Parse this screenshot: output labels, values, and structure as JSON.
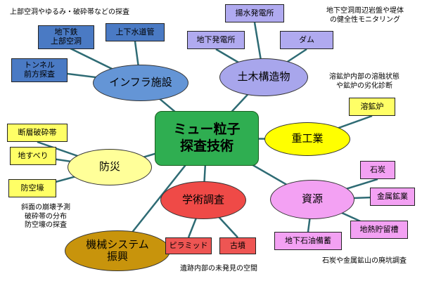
{
  "colors": {
    "center": "#2fae51",
    "infra": "#6495d6",
    "infra_box": "#4a7ac4",
    "doboku": "#a8a6ec",
    "doboku_box": "#b0aaf0",
    "heavy": "#ffff00",
    "heavy_box": "#ffff66",
    "bousai": "#ffff99",
    "bousai_box": "#ffff66",
    "gakujutsu": "#ef4a47",
    "gakujutsu_box": "#ee5553",
    "shigen": "#f3a1f3",
    "shigen_box": "#f3a1f3",
    "kikai": "#c8940c",
    "line": "#2e6b74"
  },
  "center": {
    "label": "ミュー粒子\n探査技術"
  },
  "categories": {
    "infra": {
      "label": "インフラ施設"
    },
    "doboku": {
      "label": "土木構造物"
    },
    "heavy": {
      "label": "重工業"
    },
    "bousai": {
      "label": "防災"
    },
    "gakujutsu": {
      "label": "学術調査"
    },
    "shigen": {
      "label": "資源"
    },
    "kikai": {
      "label": "機械システム\n振興"
    }
  },
  "items": {
    "chikatetsu": "地下鉄\n上部空洞",
    "jougesuido": "上下水道管",
    "tunnel": "トンネル\n前方探査",
    "yousui": "揚水発電所",
    "chika_hatsuden": "地下発電所",
    "dam": "ダム",
    "youkouro": "溶鉱炉",
    "dansou": "断層破砕帯",
    "jisuberi": "地すべり",
    "boukugou": "防空壕",
    "pyramid": "ピラミッド",
    "kofun": "古墳",
    "sekitan": "石炭",
    "kinzoku": "金属鉱業",
    "chinetsu": "地熱貯留槽",
    "sekiyu": "地下石油備蓄"
  },
  "notes": {
    "infra": "上部空洞やゆるみ・破砕帯などの探査",
    "doboku": "地下空洞周辺岩盤や堤体\nの健全性モニタリング",
    "heavy": "溶鉱炉内部の溶融状態\nや鉱炉の劣化診断",
    "bousai": "斜面の崩壊予測\n破砕帯の分布\n防空壕の探査",
    "gakujutsu": "遺跡内部の未発見の空間",
    "shigen": "石炭や金属鉱山の廃坑調査"
  }
}
